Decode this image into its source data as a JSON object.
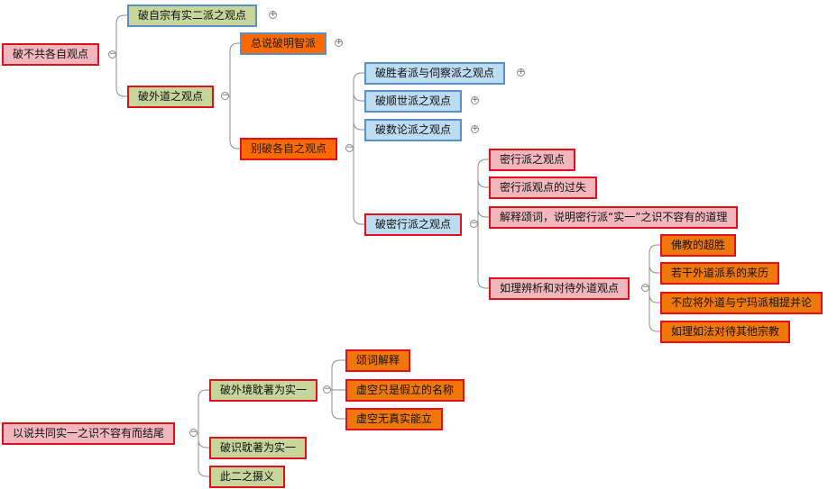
{
  "nodes": {
    "root1": "破不共各自观点",
    "po_zizong": "破自宗有实二派之观点",
    "po_waidao": "破外道之观点",
    "zongshuo": "总说破明智派",
    "biepo": "别破各自之观点",
    "po_shengzhe": "破胜者派与伺察派之观点",
    "po_shunshi": "破顺世派之观点",
    "po_shulun": "破数论派之观点",
    "po_mixing": "破密行派之观点",
    "mixing_guandian": "密行派之观点",
    "mixing_guoshi": "密行派观点的过失",
    "jieshi_songci": "解释颂词，说明密行派“实一”之识不容有的道理",
    "ruli_bianxi": "如理辨析和对待外道观点",
    "fojiao_chaosheng": "佛教的超胜",
    "ruogan_waidao": "若干外道派系的来历",
    "buying_jiang": "不应将外道与宁玛派相提并论",
    "ruli_rufa": "如理如法对待其他宗教",
    "root2": "以说共同实一之识不容有而结尾",
    "po_waijing": "破外境耽著为实一",
    "songci_jieshi": "颂词解释",
    "xukong_jiali": "虚空只是假立的名称",
    "xukong_wuzhen": "虚空无真实能立",
    "po_shi": "破识耽著为实一",
    "ci_zhishe": "此二之摄义"
  },
  "toggles": {
    "expand": "+",
    "collapse": "−"
  },
  "colors": {
    "red_border": "#e0101a",
    "blue_border": "#5a8fc8",
    "pink_fill": "#f2b6bd",
    "green_fill": "#c6d59a",
    "orange_fill": "#ff6a00",
    "blue_fill": "#bcdcf2",
    "connector": "#8c8c8c"
  }
}
